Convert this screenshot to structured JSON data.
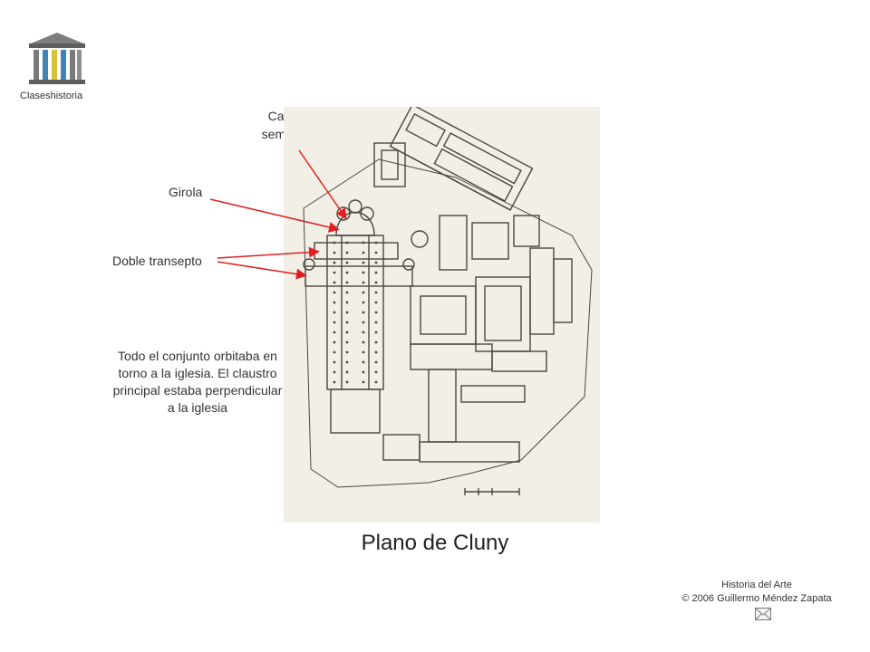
{
  "brand": {
    "logo_icon": "temple-icon",
    "site_name": "Claseshistoria"
  },
  "annotations": {
    "cabecera": [
      "Cabecera",
      "semicircular"
    ],
    "girola": "Girola",
    "doble_transepto": "Doble transepto",
    "conjunto": [
      "Todo el conjunto orbitaba en",
      "torno a la iglesia. El claustro",
      "principal estaba perpendicular",
      "a la iglesia"
    ]
  },
  "colors": {
    "arrow": "#e02020",
    "plan_paper": "#f2efe7",
    "plan_ink": "#4a4742"
  },
  "main": {
    "title": "Plano de Cluny"
  },
  "footer": {
    "course": "Historia del Arte",
    "copyright": "© 2006 Guillermo Méndez Zapata",
    "mail_icon": "mail-icon"
  }
}
